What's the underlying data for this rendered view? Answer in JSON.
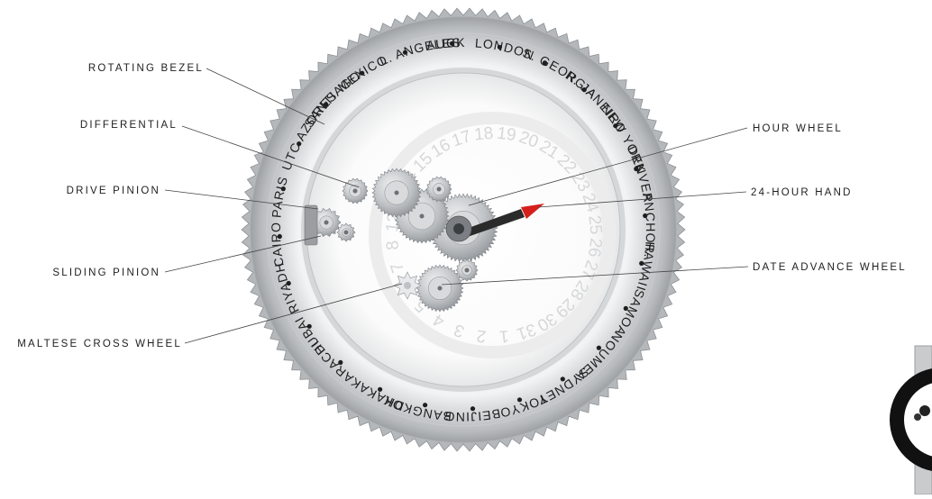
{
  "callouts": {
    "rotating_bezel": "ROTATING BEZEL",
    "differential": "DIFFERENTIAL",
    "drive_pinion": "DRIVE PINION",
    "sliding_pinion": "SLIDING PINION",
    "maltese_cross_wheel": "MALTESE CROSS WHEEL",
    "hour_wheel": "HOUR WHEEL",
    "hand_24_hour": "24-HOUR HAND",
    "date_advance_wheel": "DATE ADVANCE WHEEL"
  },
  "cities": [
    "LONDON",
    "S. GEORGIA",
    "R. JANEIRO",
    "NEW YORK",
    "DENVER",
    "ANCHOR.",
    "HAWAII",
    "SAMOA",
    "NOUMEA",
    "SYDNEY",
    "TOKYO",
    "BEIJING",
    "BANGKOK",
    "DHAKA",
    "KARACHI",
    "DUBAI",
    "RIYADH",
    "CAIRO",
    "PARIS",
    "UTC AZORES",
    "SANTIAGO",
    "MEXICO",
    "L. ANGELES",
    "AUCKLAND"
  ],
  "hour_numerals": [
    "20",
    "21",
    "22",
    "23",
    "24",
    "25",
    "26",
    "27",
    "28",
    "29",
    "30",
    "31",
    "1",
    "2",
    "3",
    "4",
    "5",
    "6",
    "7",
    "8",
    "12",
    "13",
    "14",
    "15",
    "16",
    "17",
    "18",
    "19"
  ],
  "colors": {
    "accent_red": "#d4201c",
    "bezel": "#c4c6c8",
    "text": "#1e1e1e"
  }
}
